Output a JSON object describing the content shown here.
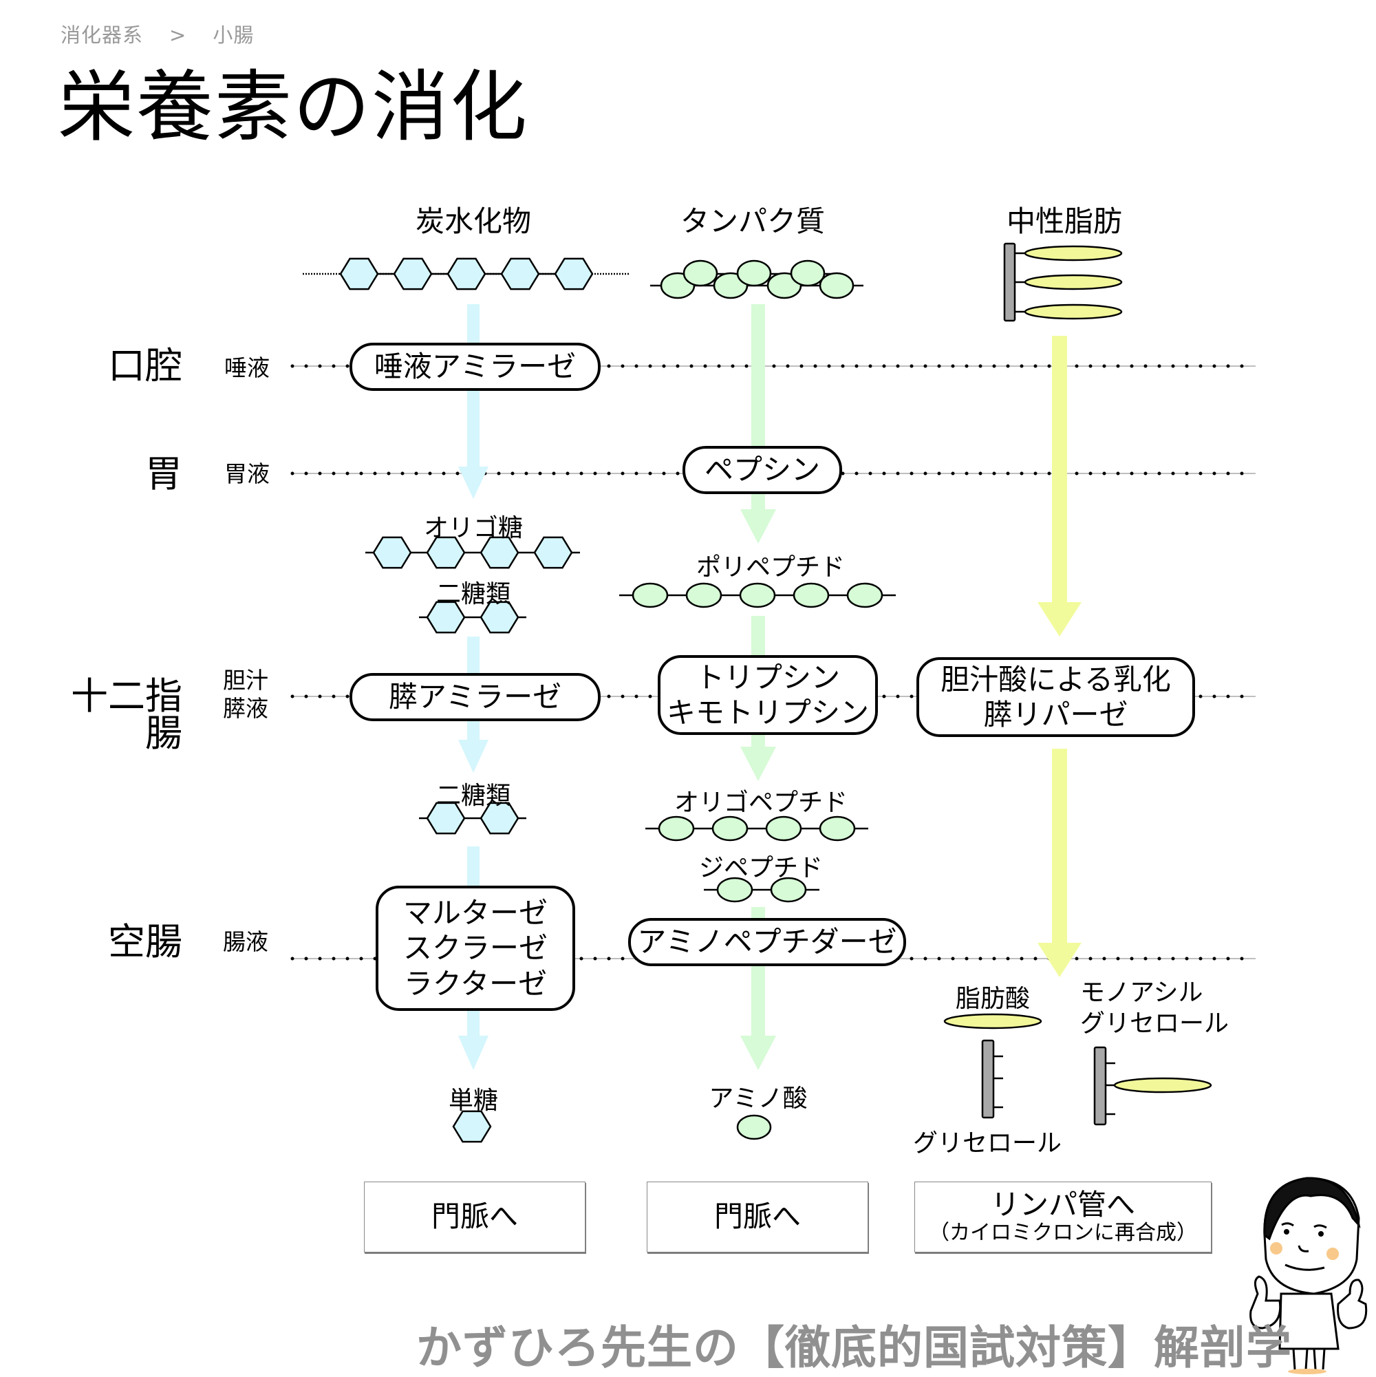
{
  "breadcrumb": [
    "消化器系",
    ">",
    "小腸"
  ],
  "title": "栄養素の消化",
  "columns": [
    {
      "id": "carbohydrate",
      "label": "炭水化物",
      "color": "#d6f6fc",
      "stroke_fill": "#d6f6fc"
    },
    {
      "id": "protein",
      "label": "タンパク質",
      "color": "#d8fbd8"
    },
    {
      "id": "fat",
      "label": "中性脂肪",
      "color": "#f2fb9a"
    }
  ],
  "rows": [
    {
      "id": "oral",
      "organ": "口腔",
      "fluid": [
        "唾液"
      ]
    },
    {
      "id": "stomach",
      "organ": "胃",
      "fluid": [
        "胃液"
      ]
    },
    {
      "id": "duodenum",
      "organ": "十二指腸",
      "fluid": [
        "胆汁",
        "膵液"
      ]
    },
    {
      "id": "jejunum",
      "organ": "空腸",
      "fluid": [
        "腸液"
      ]
    }
  ],
  "enzymes": {
    "salivary_amylase": [
      "唾液アミラーゼ"
    ],
    "pepsin": [
      "ペプシン"
    ],
    "pancreatic_amylase": [
      "膵アミラーゼ"
    ],
    "trypsin": [
      "トリプシン",
      "キモトリプシン"
    ],
    "lipase": [
      "胆汁酸による乳化",
      "膵リパーゼ"
    ],
    "disaccharidases": [
      "マルターゼ",
      "スクラーゼ",
      "ラクターゼ"
    ],
    "aminopeptidase": [
      "アミノペプチダーゼ"
    ]
  },
  "intermediates": {
    "oligosaccharide": "オリゴ糖",
    "disaccharide_1": "二糖類",
    "disaccharide_2": "二糖類",
    "polypeptide": "ポリペプチド",
    "oligopeptide": "オリゴペプチド",
    "dipeptide": "ジペプチド",
    "fatty_acid": "脂肪酸",
    "glycerol": "グリセロール",
    "monoacylglycerol": [
      "モノアシル",
      "グリセロール"
    ],
    "monosaccharide": "単糖",
    "amino_acid": "アミノ酸"
  },
  "destinations": [
    {
      "main": "門脈へ",
      "note": ""
    },
    {
      "main": "門脈へ",
      "note": ""
    },
    {
      "main": "リンパ管へ",
      "note": "（カイロミクロンに再合成）"
    }
  ],
  "footer": "かずひろ先生の【徹底的国試対策】解剖学",
  "mascot": "thumbs-up-doctor-illustration"
}
